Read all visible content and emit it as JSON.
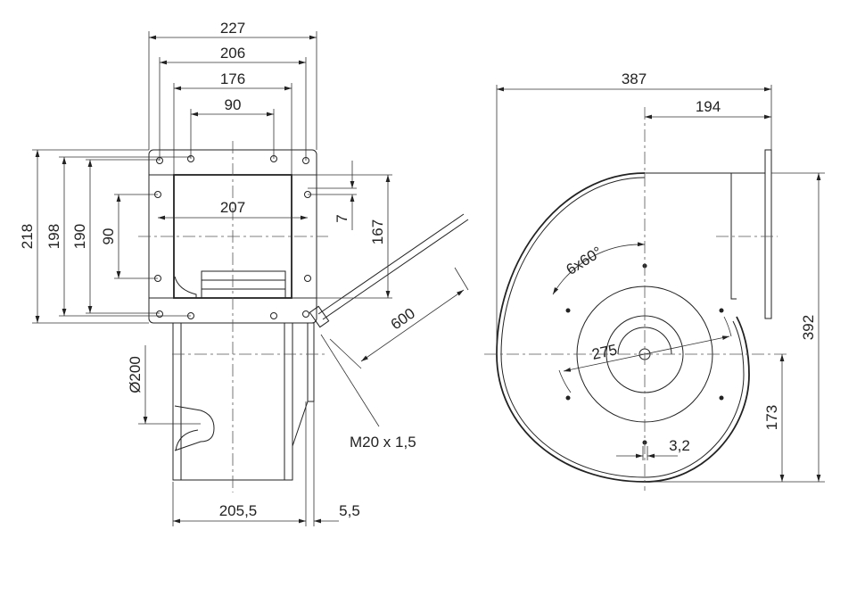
{
  "left_view": {
    "dim_227": "227",
    "dim_206": "206",
    "dim_176": "176",
    "dim_90_top": "90",
    "dim_218": "218",
    "dim_198": "198",
    "dim_190": "190",
    "dim_90_left": "90",
    "dim_207": "207",
    "dim_7": "7",
    "dim_167": "167",
    "dim_600": "600",
    "dim_d200": "Ø200",
    "thread": "M20 x 1,5",
    "dim_205_5": "205,5",
    "dim_5_5": "5,5"
  },
  "right_view": {
    "dim_387": "387",
    "dim_194": "194",
    "dim_392": "392",
    "dim_173": "173",
    "angle": "6x60°",
    "dim_275": "275",
    "dim_3_2": "3,2"
  }
}
